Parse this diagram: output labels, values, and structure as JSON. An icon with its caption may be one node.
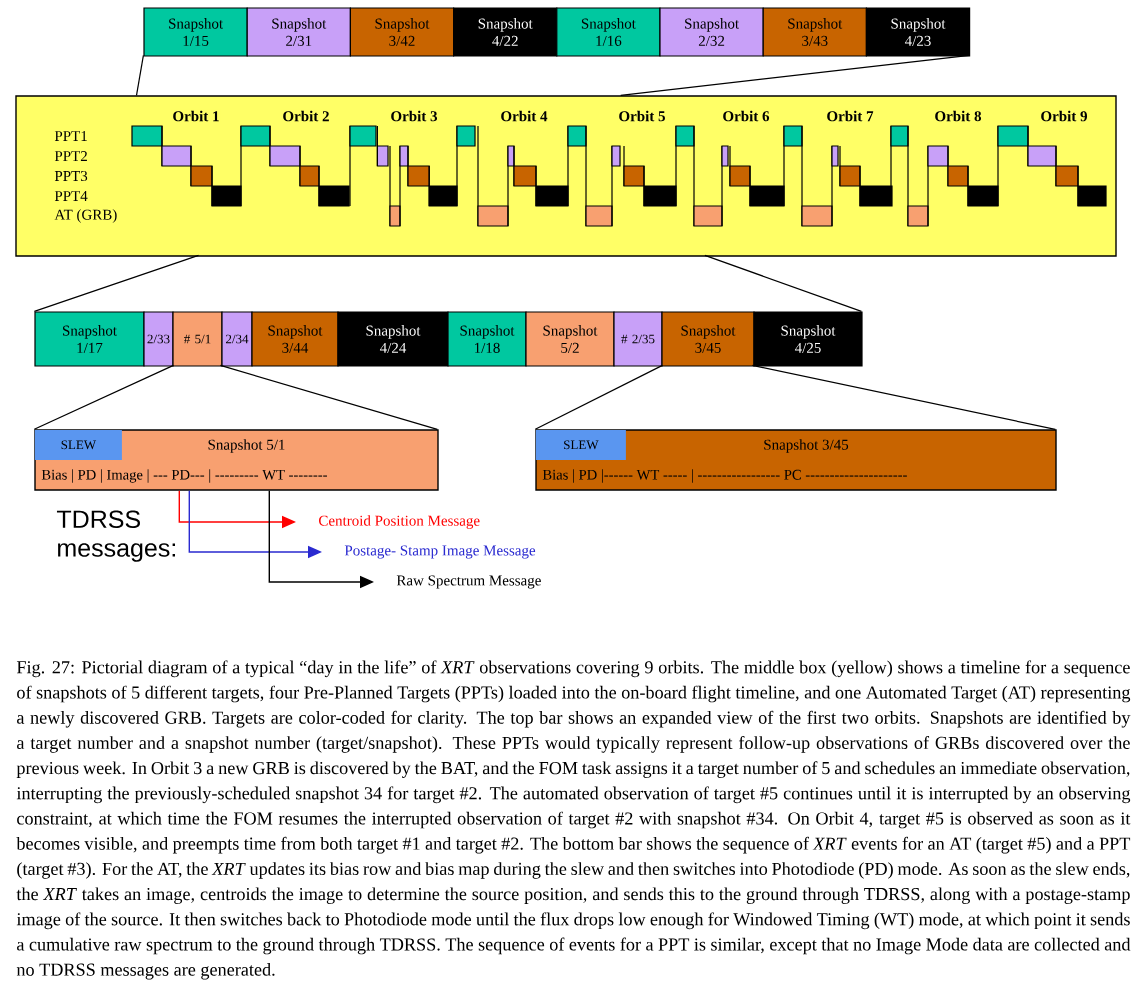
{
  "diagram": {
    "caption": "Fig. 27: Pictorial diagram of a typical “day in the life” of *XRT* observations covering 9 orbits.  The middle box (yellow) shows a timeline for a sequence of snapshots of 5 different targets, four Pre-Planned Targets (PPTs) loaded into the on-board flight timeline, and one Automated Target (AT) representing a newly discovered GRB.  Targets are color-coded for clarity.  The top bar shows an expanded view of the first two orbits.  Snapshots are identified by a target number and a snapshot number (target/snapshot).  These PPTs would typically represent follow-up observations of GRBs discovered over the previous week.  In Orbit 3 a new GRB is discovered by the BAT, and the FOM task assigns it a target number of 5 and schedules an immediate observation, interrupting the previously-scheduled snapshot 34 for target #2.  The automated observation of target #5 continues until it is interrupted by an observing constraint, at which time the FOM resumes the interrupted observation of target #2 with snapshot #34.  On Orbit 4, target #5 is observed as soon as it becomes visible, and preempts time from both target #1 and target #2.  The bottom bar shows the sequence of *XRT* events for an AT (target #5) and a PPT (target #3).  For the AT, the *XRT* updates its bias row and bias map during the slew and then switches into Photodiode (PD) mode.  As soon as the slew ends, the *XRT* takes an image, centroids the image to determine the source position, and sends this to the ground through TDRSS, along with a postage-stamp image of the source.  It then switches back to Photodiode mode until the flux drops low enough for Windowed Timing (WT) mode, at which point it sends a cumulative raw spectrum to the ground through TDRSS.  The sequence of events for a PPT is similar, except that no Image Mode data are collected and no TDRSS messages are generated.",
    "nodes": [
      {
        "text": [
          "Snapshot 1/15"
        ]
      },
      {
        "text": [
          "Snapshot 2/31"
        ]
      },
      {
        "text": [
          "Snapshot 3/42"
        ]
      },
      {
        "text": [
          "Snapshot 4/22"
        ]
      },
      {
        "text": [
          "Snapshot 1/16"
        ]
      },
      {
        "text": [
          "Snapshot 2/32"
        ]
      },
      {
        "text": [
          "Snapshot 3/43"
        ]
      },
      {
        "text": [
          "Snapshot 4/23"
        ]
      },
      {
        "text": [],
        "shape": "box"
      },
      {
        "text": [
          "Snapshot 1/17"
        ]
      },
      {
        "text": [
          "2/33"
        ]
      },
      {
        "text": [
          "# 5/1"
        ]
      },
      {
        "text": [
          "2/34"
        ]
      },
      {
        "text": [
          "Snapshot 3/44"
        ]
      },
      {
        "text": [
          "Snapshot 4/24"
        ]
      },
      {
        "text": [
          "Snapshot 1/18"
        ]
      },
      {
        "text": [
          "Snapshot 5/2"
        ]
      },
      {
        "text": [
          "# 2/35"
        ]
      },
      {
        "text": [
          "Snapshot 3/45"
        ]
      },
      {
        "text": [
          "Snapshot 4/25"
        ]
      },
      {
        "text": [
          "Snapshot 5/1",
          "Bias | PD | Image | --- PD--- | --------- WT --------"
        ]
      },
      {
        "text": [
          "SLEW"
        ],
        "in": 20
      },
      {
        "text": [
          "Snapshot 3/45",
          "Bias | PD |------ WT ----- | ----------------- PC ---------------------"
        ]
      },
      {
        "text": [
          "SLEW"
        ],
        "in": 22
      },
      {
        "text": [
          "Centroid Position Message"
        ]
      },
      {
        "text": [
          "Postage- Stamp Image Message"
        ]
      },
      {
        "text": [
          "Raw Spectrum Message"
        ]
      }
    ],
    "edges": [
      {
        "from": 20,
        "to": 24,
        "arrow": "to",
        "color": "#ff0000"
      },
      {
        "from": 20,
        "to": 25,
        "arrow": "to",
        "color": "#2a2ad0"
      },
      {
        "from": 20,
        "to": 26,
        "arrow": "to",
        "color": "#000000"
      },
      {
        "from": 0,
        "to": 8,
        "arrow": "none"
      },
      {
        "from": 7,
        "to": 8,
        "arrow": "none"
      },
      {
        "from": 8,
        "to": 9,
        "arrow": "none"
      },
      {
        "from": 8,
        "to": 19,
        "arrow": "none"
      },
      {
        "from": 11,
        "to": 20,
        "arrow": "none"
      },
      {
        "from": 11,
        "to": 20,
        "arrow": "none"
      },
      {
        "from": 18,
        "to": 22,
        "arrow": "none"
      },
      {
        "from": 18,
        "to": 22,
        "arrow": "none"
      }
    ],
    "labels": [
      "Orbit 1",
      "Orbit 2",
      "Orbit 3",
      "Orbit 4",
      "Orbit 5",
      "Orbit 6",
      "Orbit 7",
      "Orbit 8",
      "Orbit 9",
      "PPT1",
      "PPT2",
      "PPT3",
      "PPT4",
      "AT (GRB)",
      "TDRSS messages:"
    ]
  }
}
